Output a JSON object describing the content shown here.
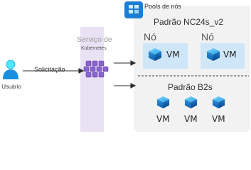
{
  "user": {
    "label": "Usuário"
  },
  "request": {
    "label": "Solicitação"
  },
  "service": {
    "title": "Serviço de",
    "subtitle": "Kubernetes"
  },
  "pools": {
    "title": "Pools de nós",
    "pool1": {
      "title": "Padrão NC24s_v2",
      "nodes": [
        {
          "node_label": "Nó",
          "vm_label": "VM"
        },
        {
          "node_label": "Nó",
          "vm_label": "VM"
        }
      ]
    },
    "pool2": {
      "title": "Padrão B2s",
      "vms": [
        "VM",
        "VM",
        "VM"
      ]
    }
  },
  "colors": {
    "azure_blue": "#0078d4",
    "light_blue": "#50e6ff",
    "kubernetes_purple": "#8661c5",
    "service_band": "#e9e1f4"
  }
}
